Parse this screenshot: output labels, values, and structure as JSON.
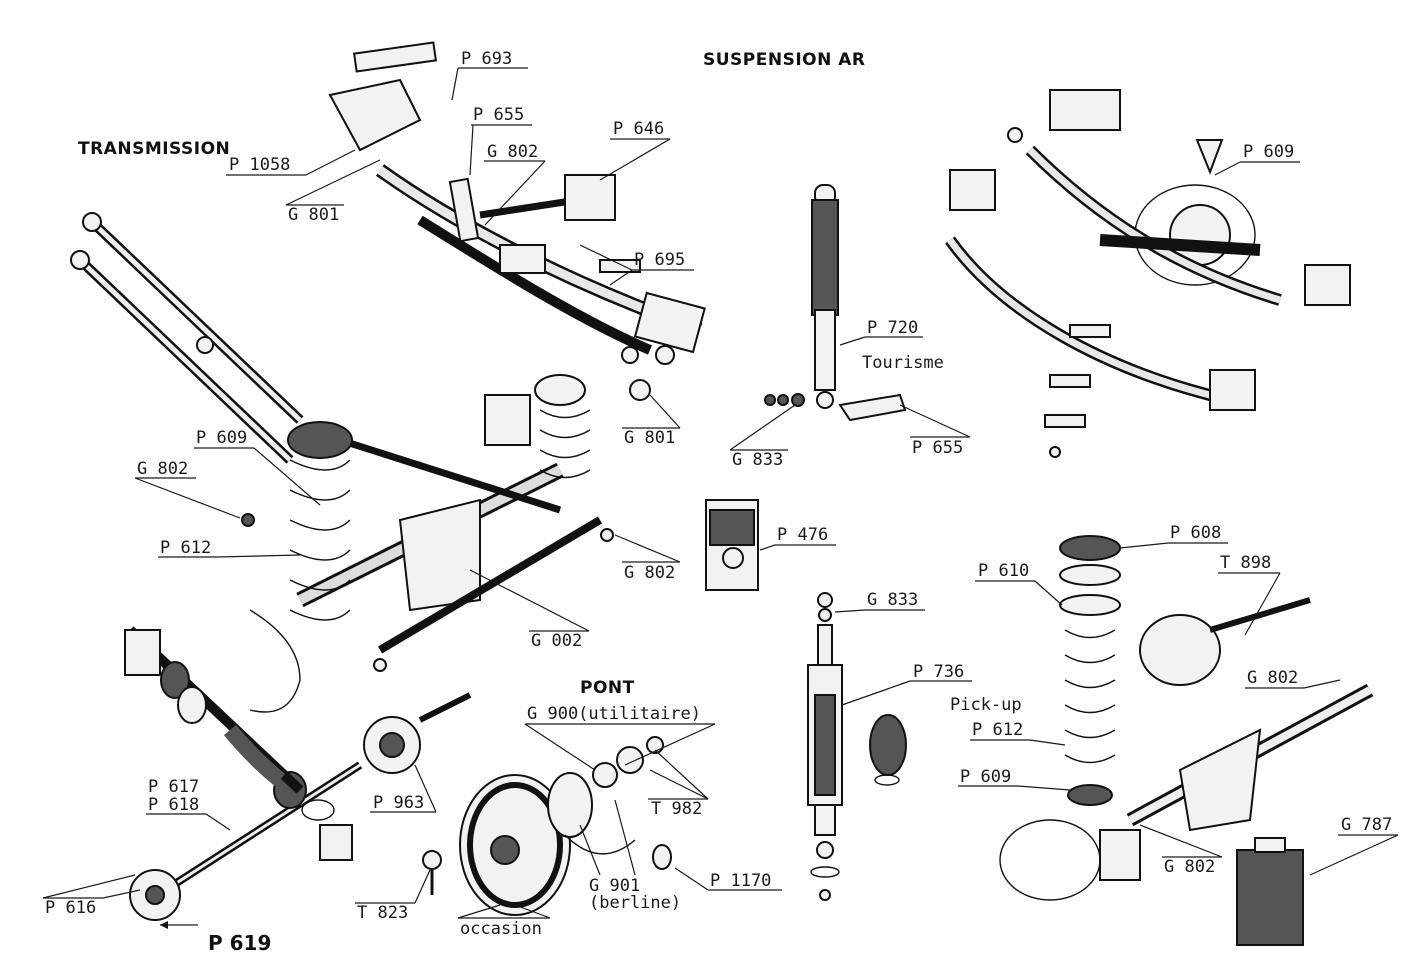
{
  "titles": {
    "suspension_ar": "SUSPENSION AR",
    "transmission": "TRANSMISSION",
    "pont": "PONT"
  },
  "labels": {
    "p693": "P 693",
    "p1058": "P 1058",
    "g801_top": "G 801",
    "p655_top": "P 655",
    "g802_top": "G 802",
    "p646": "P 646",
    "p695": "P 695",
    "g801_mid": "G 801",
    "p720": "P 720",
    "tourisme": "Tourisme",
    "g833_top": "G 833",
    "p655_mid": "P 655",
    "p609_right": "P 609",
    "p609_left": "P 609",
    "g802_left": "G 802",
    "p612_left": "P 612",
    "g802_mid": "G 802",
    "g002": "G 002",
    "p476": "P 476",
    "g833_mid": "G 833",
    "p736": "P 736",
    "p608": "P 608",
    "p610": "P 610",
    "t898": "T 898",
    "g802_right": "G 802",
    "pickup": "Pick-up",
    "p612_right": "P 612",
    "p609_bot": "P 609",
    "g802_bot": "G 802",
    "g787": "G 787",
    "g900": "G 900(utilitaire)",
    "t982": "T 982",
    "p617": "P 617",
    "p618": "P 618",
    "p963": "P 963",
    "p616": "P 616",
    "t823": "T 823",
    "occasion": "occasion",
    "g901": "G 901",
    "berline": "(berline)",
    "p1170": "P 1170",
    "p619_handwritten": "P 619"
  }
}
